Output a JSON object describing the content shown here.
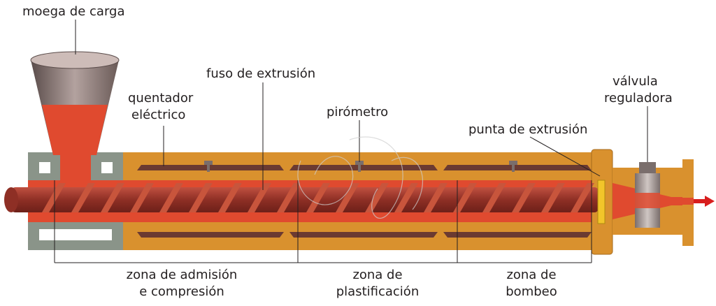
{
  "labels": {
    "hopper": "moega de carga",
    "screw": "fuso de extrusión",
    "heater_line1": "quentador",
    "heater_line2": "eléctrico",
    "pyrometer": "pirómetro",
    "tip": "punta de extrusión",
    "valve_line1": "válvula",
    "valve_line2": "reguladora"
  },
  "zones": [
    {
      "line1": "zona de admisión",
      "line2": "e compresión"
    },
    {
      "line1": "zona de",
      "line2": "plastificación"
    },
    {
      "line1": "zona de",
      "line2": "bombeo"
    }
  ],
  "colors": {
    "barrel": "#d9912e",
    "heater": "#6b3a31",
    "melt": "#e04a2f",
    "screw": "#a23a2b",
    "flight": "#c8553c",
    "hopper_frame": "#8a9489",
    "tip": "#f2c52a",
    "arrow": "#d81e1e"
  }
}
